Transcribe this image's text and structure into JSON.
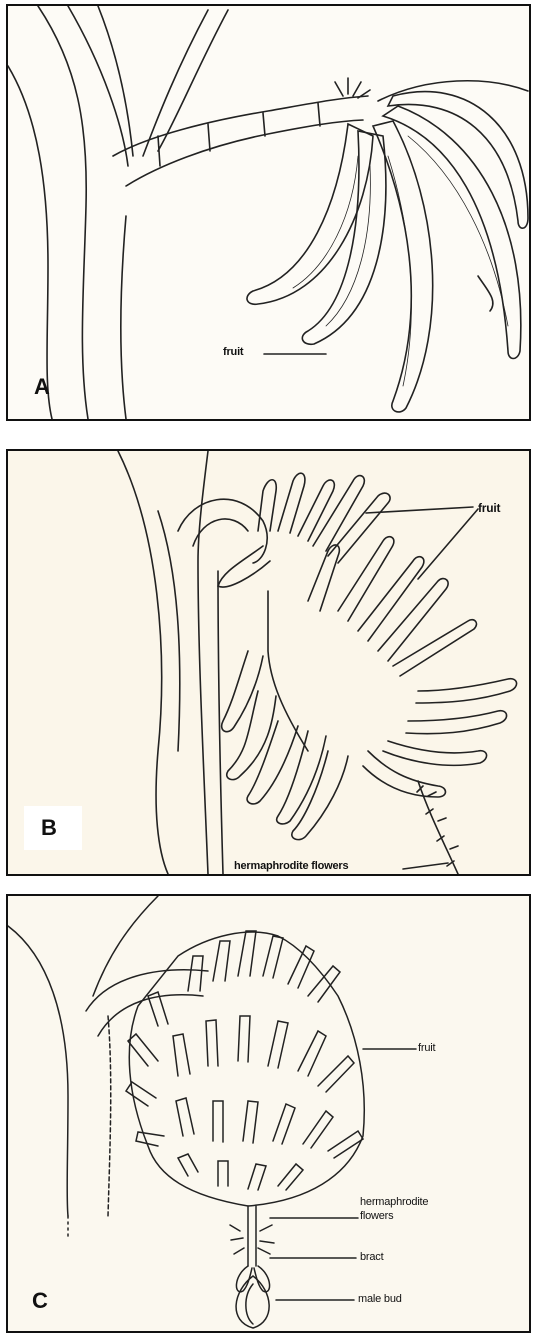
{
  "figure": {
    "panels": [
      {
        "letter": "A",
        "labels": {
          "fruit": "fruit"
        }
      },
      {
        "letter": "B",
        "labels": {
          "fruit": "fruit",
          "flowers": "hermaphrodite flowers"
        }
      },
      {
        "letter": "C",
        "labels": {
          "fruit": "fruit",
          "flowers_line1": "hermaphrodite",
          "flowers_line2": "flowers",
          "bract": "bract",
          "male_bud": "male bud"
        }
      }
    ]
  }
}
